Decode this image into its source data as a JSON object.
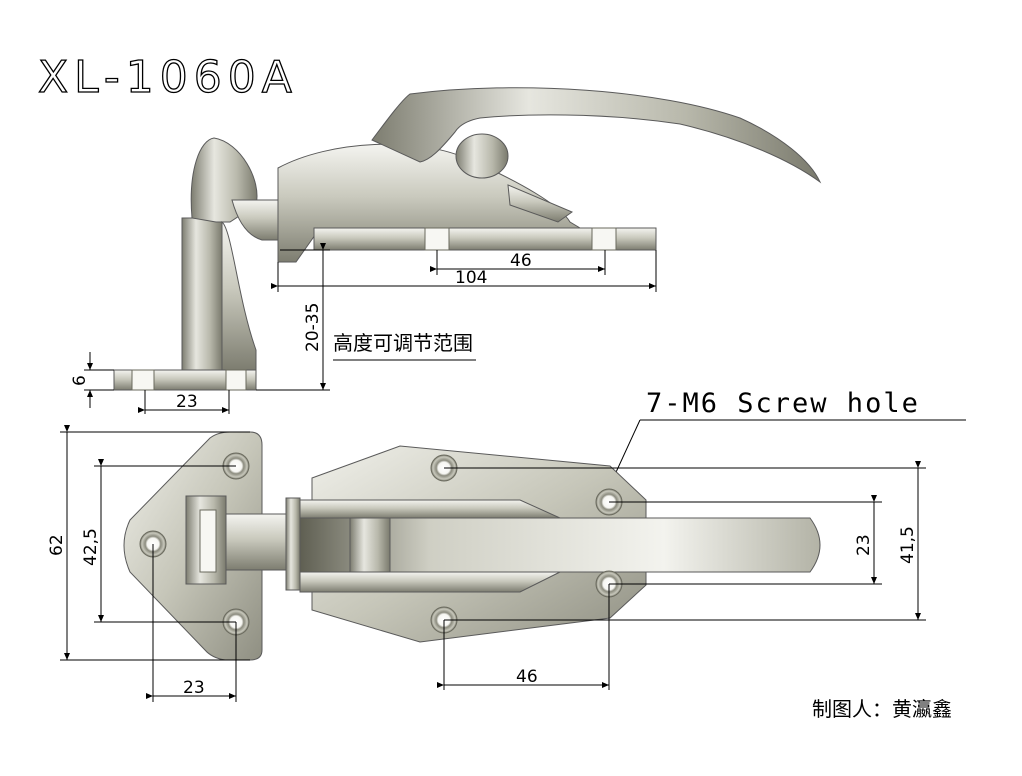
{
  "title": "XL-1060A",
  "screw_note": "7-M6 Screw hole",
  "range_note": "高度可调节范围",
  "drafter": "制图人：黄瀛鑫",
  "dims": {
    "side_46": "46",
    "side_104": "104",
    "side_range": "20-35",
    "side_6": "6",
    "side_23": "23",
    "top_62": "62",
    "top_42_5": "42,5",
    "top_23_left": "23",
    "top_46": "46",
    "top_23_right": "23",
    "top_41_5": "41,5"
  },
  "colors": {
    "metal_light": "#f2f2ee",
    "metal_mid": "#b9b9ad",
    "metal_dark": "#6f6f63",
    "hole_ring": "#8a8a7e"
  }
}
